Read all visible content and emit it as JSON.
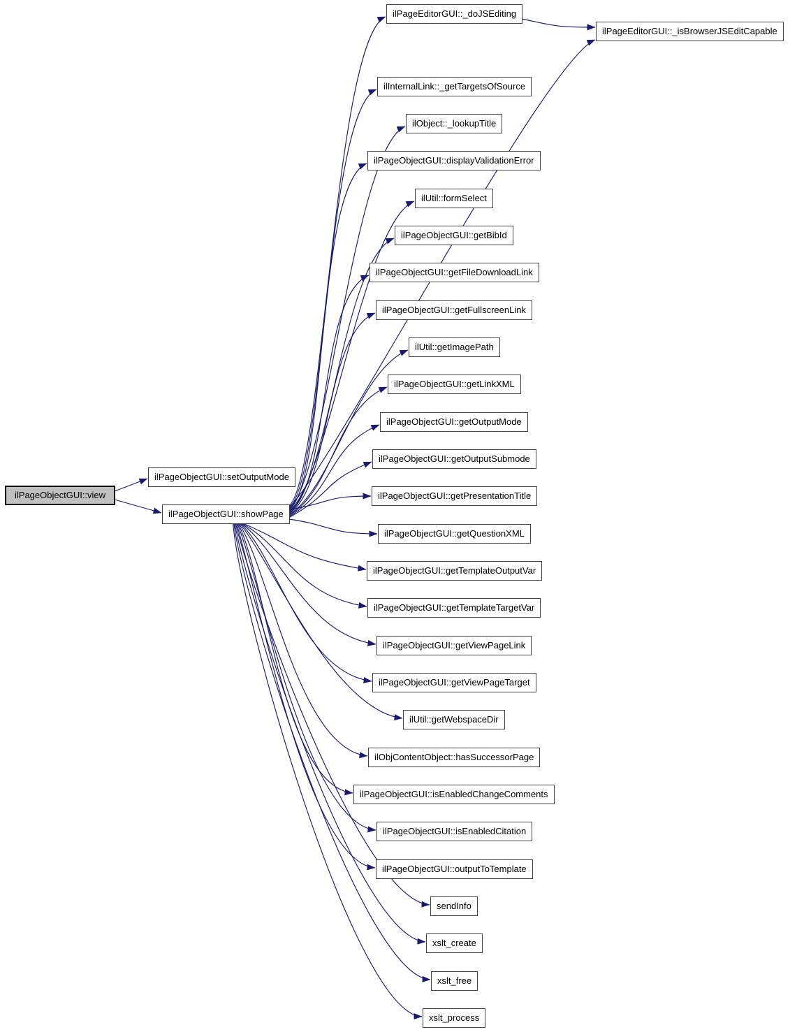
{
  "diagram": {
    "kind": "doxygen-call-graph",
    "background": "#ffffff",
    "edge_color": "#191970",
    "node_border_color": "#404040",
    "root_fill": "#c0c0c0",
    "node_fill": "#ffffff"
  },
  "nodes": {
    "view": {
      "label": "ilPageObjectGUI::view"
    },
    "setOutputMode": {
      "label": "ilPageObjectGUI::setOutputMode"
    },
    "showPage": {
      "label": "ilPageObjectGUI::showPage"
    },
    "doJSEditing": {
      "label": "ilPageEditorGUI::_doJSEditing"
    },
    "isBrowserJSEditCapable": {
      "label": "ilPageEditorGUI::_isBrowserJSEditCapable"
    },
    "getTargetsOfSource": {
      "label": "ilInternalLink::_getTargetsOfSource"
    },
    "lookupTitle": {
      "label": "ilObject::_lookupTitle"
    },
    "displayValidationError": {
      "label": "ilPageObjectGUI::displayValidationError"
    },
    "formSelect": {
      "label": "ilUtil::formSelect"
    },
    "getBibId": {
      "label": "ilPageObjectGUI::getBibId"
    },
    "getFileDownloadLink": {
      "label": "ilPageObjectGUI::getFileDownloadLink"
    },
    "getFullscreenLink": {
      "label": "ilPageObjectGUI::getFullscreenLink"
    },
    "getImagePath": {
      "label": "ilUtil::getImagePath"
    },
    "getLinkXML": {
      "label": "ilPageObjectGUI::getLinkXML"
    },
    "getOutputMode": {
      "label": "ilPageObjectGUI::getOutputMode"
    },
    "getOutputSubmode": {
      "label": "ilPageObjectGUI::getOutputSubmode"
    },
    "getPresentationTitle": {
      "label": "ilPageObjectGUI::getPresentationTitle"
    },
    "getQuestionXML": {
      "label": "ilPageObjectGUI::getQuestionXML"
    },
    "getTemplateOutputVar": {
      "label": "ilPageObjectGUI::getTemplateOutputVar"
    },
    "getTemplateTargetVar": {
      "label": "ilPageObjectGUI::getTemplateTargetVar"
    },
    "getViewPageLink": {
      "label": "ilPageObjectGUI::getViewPageLink"
    },
    "getViewPageTarget": {
      "label": "ilPageObjectGUI::getViewPageTarget"
    },
    "getWebspaceDir": {
      "label": "ilUtil::getWebspaceDir"
    },
    "hasSuccessorPage": {
      "label": "ilObjContentObject::hasSuccessorPage"
    },
    "isEnabledChangeComments": {
      "label": "ilPageObjectGUI::isEnabledChangeComments"
    },
    "isEnabledCitation": {
      "label": "ilPageObjectGUI::isEnabledCitation"
    },
    "outputToTemplate": {
      "label": "ilPageObjectGUI::outputToTemplate"
    },
    "sendInfo": {
      "label": "sendInfo"
    },
    "xsltCreate": {
      "label": "xslt_create"
    },
    "xsltFree": {
      "label": "xslt_free"
    },
    "xsltProcess": {
      "label": "xslt_process"
    }
  },
  "edges": [
    {
      "from": "view",
      "to": "setOutputMode"
    },
    {
      "from": "view",
      "to": "showPage"
    },
    {
      "from": "showPage",
      "to": "doJSEditing"
    },
    {
      "from": "showPage",
      "to": "isBrowserJSEditCapable"
    },
    {
      "from": "showPage",
      "to": "getTargetsOfSource"
    },
    {
      "from": "showPage",
      "to": "lookupTitle"
    },
    {
      "from": "showPage",
      "to": "displayValidationError"
    },
    {
      "from": "showPage",
      "to": "formSelect"
    },
    {
      "from": "showPage",
      "to": "getBibId"
    },
    {
      "from": "showPage",
      "to": "getFileDownloadLink"
    },
    {
      "from": "showPage",
      "to": "getFullscreenLink"
    },
    {
      "from": "showPage",
      "to": "getImagePath"
    },
    {
      "from": "showPage",
      "to": "getLinkXML"
    },
    {
      "from": "showPage",
      "to": "getOutputMode"
    },
    {
      "from": "showPage",
      "to": "getOutputSubmode"
    },
    {
      "from": "showPage",
      "to": "getPresentationTitle"
    },
    {
      "from": "showPage",
      "to": "getQuestionXML"
    },
    {
      "from": "showPage",
      "to": "getTemplateOutputVar"
    },
    {
      "from": "showPage",
      "to": "getTemplateTargetVar"
    },
    {
      "from": "showPage",
      "to": "getViewPageLink"
    },
    {
      "from": "showPage",
      "to": "getViewPageTarget"
    },
    {
      "from": "showPage",
      "to": "getWebspaceDir"
    },
    {
      "from": "showPage",
      "to": "hasSuccessorPage"
    },
    {
      "from": "showPage",
      "to": "isEnabledChangeComments"
    },
    {
      "from": "showPage",
      "to": "isEnabledCitation"
    },
    {
      "from": "showPage",
      "to": "outputToTemplate"
    },
    {
      "from": "showPage",
      "to": "sendInfo"
    },
    {
      "from": "showPage",
      "to": "xsltCreate"
    },
    {
      "from": "showPage",
      "to": "xsltFree"
    },
    {
      "from": "showPage",
      "to": "xsltProcess"
    },
    {
      "from": "doJSEditing",
      "to": "isBrowserJSEditCapable"
    }
  ]
}
